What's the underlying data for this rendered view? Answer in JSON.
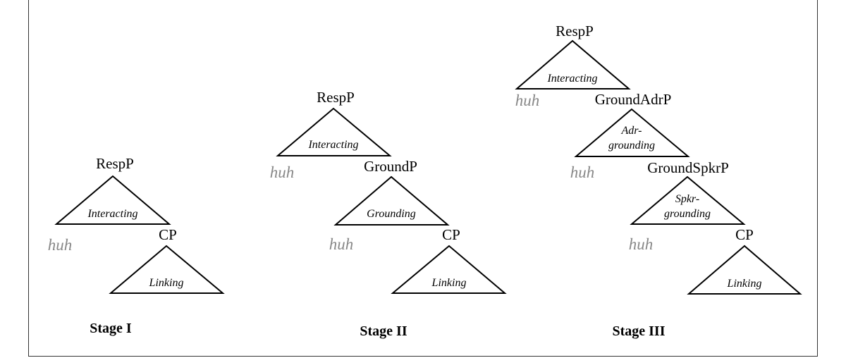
{
  "stage1": {
    "resp": "RespP",
    "interacting": "Interacting",
    "huh": "huh",
    "cp": "CP",
    "linking": "Linking",
    "label": "Stage I"
  },
  "stage2": {
    "resp": "RespP",
    "interacting": "Interacting",
    "huh1": "huh",
    "ground": "GroundP",
    "grounding": "Grounding",
    "huh2": "huh",
    "cp": "CP",
    "linking": "Linking",
    "label": "Stage II"
  },
  "stage3": {
    "resp": "RespP",
    "interacting": "Interacting",
    "huh1": "huh",
    "groundadr": "GroundAdrP",
    "adr1": "Adr-",
    "adr2": "grounding",
    "huh2": "huh",
    "groundspkr": "GroundSpkrP",
    "spkr1": "Spkr-",
    "spkr2": "grounding",
    "huh3": "huh",
    "cp": "CP",
    "linking": "Linking",
    "label": "Stage III"
  }
}
